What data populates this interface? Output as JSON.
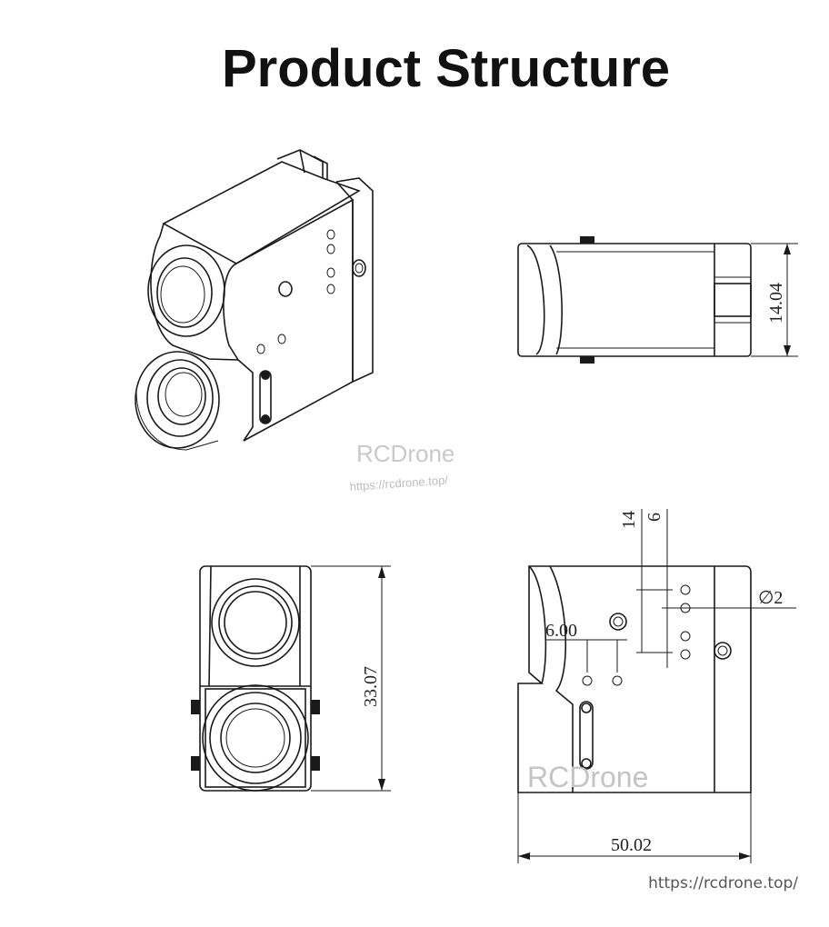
{
  "title": "Product Structure",
  "dimensions": {
    "side_height": "14.04",
    "front_height": "33.07",
    "hole_offset_a": "14",
    "hole_offset_b": "6",
    "hole_diameter": "∅2",
    "hole_spacing": "6.00",
    "body_width": "50.02"
  },
  "watermark": {
    "brand": "RCDrone",
    "url": "https://rcdrone.top/",
    "overlay_brand": "RCDrone"
  },
  "footer_url": "https://rcdrone.top/"
}
